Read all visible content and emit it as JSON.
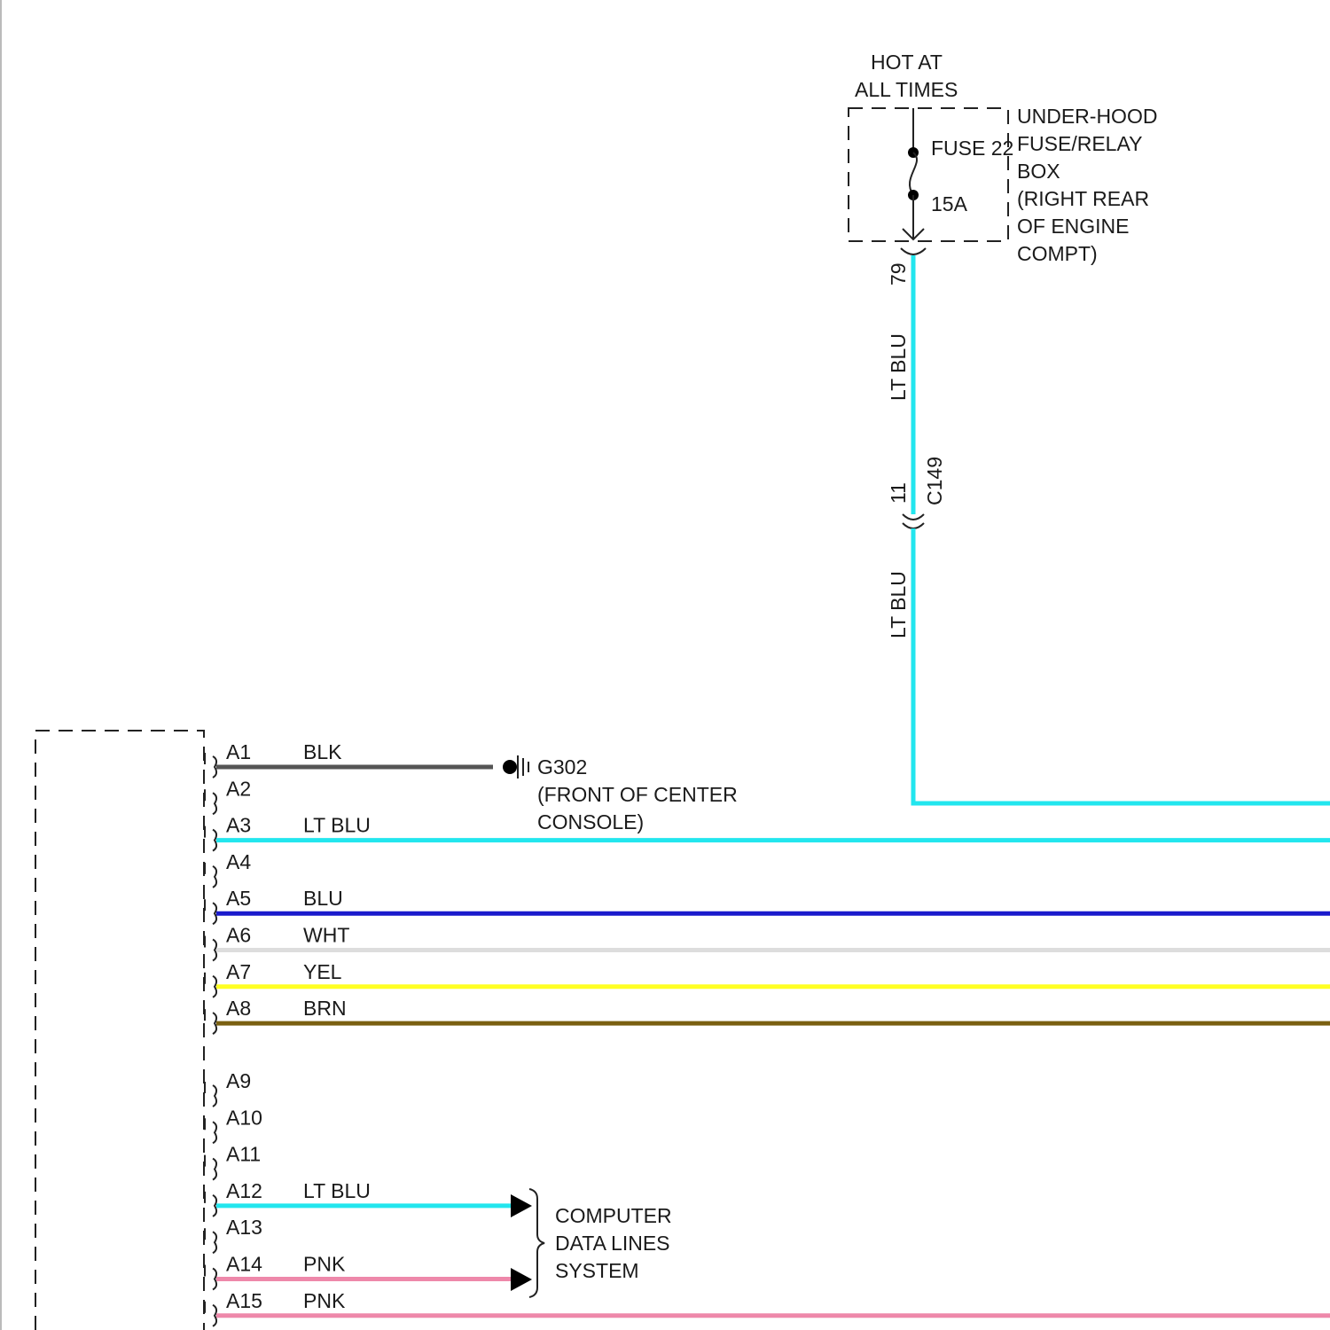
{
  "power_source": {
    "hot_line1": "HOT AT",
    "hot_line2": "ALL TIMES",
    "fuse_label": "FUSE 22",
    "fuse_rating": "15A",
    "box_line1": "UNDER-HOOD",
    "box_line2": "FUSE/RELAY",
    "box_line3": "BOX",
    "box_line4": "(RIGHT REAR",
    "box_line5": "OF ENGINE",
    "box_line6": "COMPT)",
    "box_pin": "79"
  },
  "vertical_wire": {
    "upper_color_label": "LT BLU",
    "lower_color_label": "LT BLU",
    "connector_pin": "11",
    "connector_id": "C149",
    "color": "#22e6ee"
  },
  "ground": {
    "id": "G302",
    "location_line1": "(FRONT OF CENTER",
    "location_line2": "CONSOLE)"
  },
  "data_lines": {
    "line1": "COMPUTER",
    "line2": "DATA LINES",
    "line3": "SYSTEM"
  },
  "colors": {
    "LT BLU": "#22e6ee",
    "BLK": "#555555",
    "BLU": "#1a1acc",
    "WHT": "#dddddd",
    "YEL": "#ffff22",
    "BRN": "#7a6010",
    "PNK": "#ee88aa"
  },
  "pins": [
    {
      "pin": "A1",
      "wire": "BLK"
    },
    {
      "pin": "A2",
      "wire": ""
    },
    {
      "pin": "A3",
      "wire": "LT BLU"
    },
    {
      "pin": "A4",
      "wire": ""
    },
    {
      "pin": "A5",
      "wire": "BLU"
    },
    {
      "pin": "A6",
      "wire": "WHT"
    },
    {
      "pin": "A7",
      "wire": "YEL"
    },
    {
      "pin": "A8",
      "wire": "BRN"
    },
    {
      "pin": "A9",
      "wire": ""
    },
    {
      "pin": "A10",
      "wire": ""
    },
    {
      "pin": "A11",
      "wire": ""
    },
    {
      "pin": "A12",
      "wire": "LT BLU"
    },
    {
      "pin": "A13",
      "wire": ""
    },
    {
      "pin": "A14",
      "wire": "PNK"
    },
    {
      "pin": "A15",
      "wire": "PNK"
    }
  ]
}
